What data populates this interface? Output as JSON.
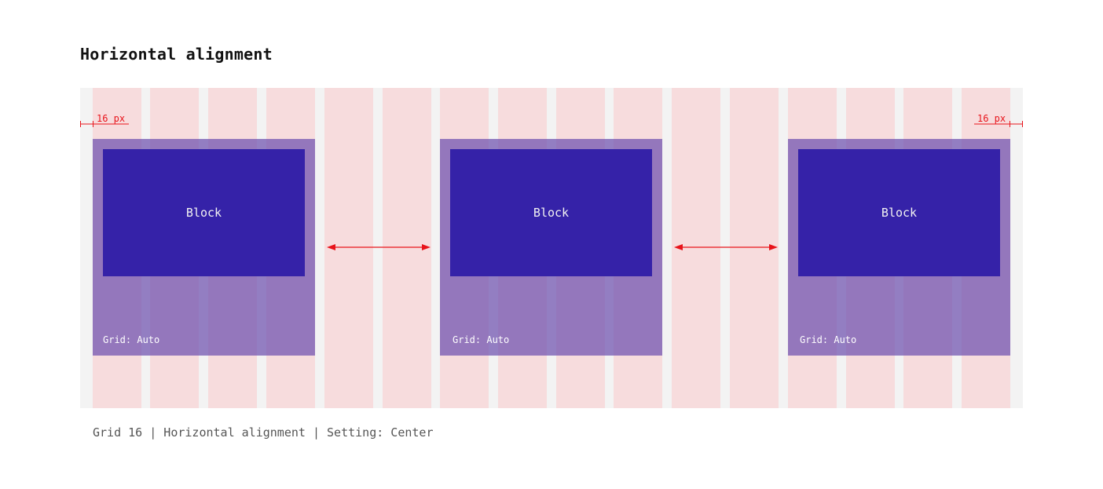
{
  "heading": "Horizontal alignment",
  "colors": {
    "panel_background": "#f3f3f3",
    "grid_column": "#f7dcdd",
    "container": "#8e7cc3",
    "block": "#3522a8",
    "measure": "#e8141b"
  },
  "grid": {
    "columns": 16
  },
  "containers": [
    {
      "block_label": "Block",
      "grid_label": "Grid: Auto"
    },
    {
      "block_label": "Block",
      "grid_label": "Grid: Auto"
    },
    {
      "block_label": "Block",
      "grid_label": "Grid: Auto"
    }
  ],
  "margins": {
    "left_label": "16 px",
    "right_label": "16 px"
  },
  "caption": "Grid 16 | Horizontal alignment | Setting: Center"
}
